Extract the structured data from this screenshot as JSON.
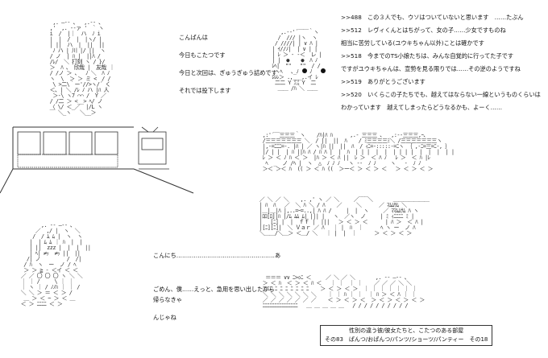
{
  "scene1": {
    "lines": [
      "こんばんは",
      "今日もこたつです",
      "今日と次回は、ぎゅうぎゅう詰めです",
      "それでは投下します"
    ]
  },
  "comments": {
    "lines": [
      ">>488　この３人でも、ウソはついていないと思います　……たぶん",
      ">>512　レヴィくんとはちがって、女の子……少女ですものね",
      "相当に苦労している(ユウキちゃん以外)ことは確かです",
      ">>518　今までのTS小娘たちは、みんな自覚的に行ってた子です",
      "ですがユウキちゃんは、宣勢を見る限りでは……その逆のようですね",
      ">>519　ありがとうございます",
      ">>520　いくらこの子たちでも、越えてはならない一線というものくらいは",
      "わかっています　越えてしまったらどうなるかも、よーく……"
    ]
  },
  "scene3": {
    "greeting": "こんにち……………………………………………あ",
    "lines": [
      "ごめん、僕……えっと、急用を思い出したから",
      "帰らなきゃ",
      "んじゃね"
    ]
  },
  "title_box": {
    "title": "性別の違う彼/彼女たちと、こたつのある部屋",
    "subtitle": "その83　ぱんつ/おぱんつ/パンツ/ショーツ/パンティー　その18"
  }
}
